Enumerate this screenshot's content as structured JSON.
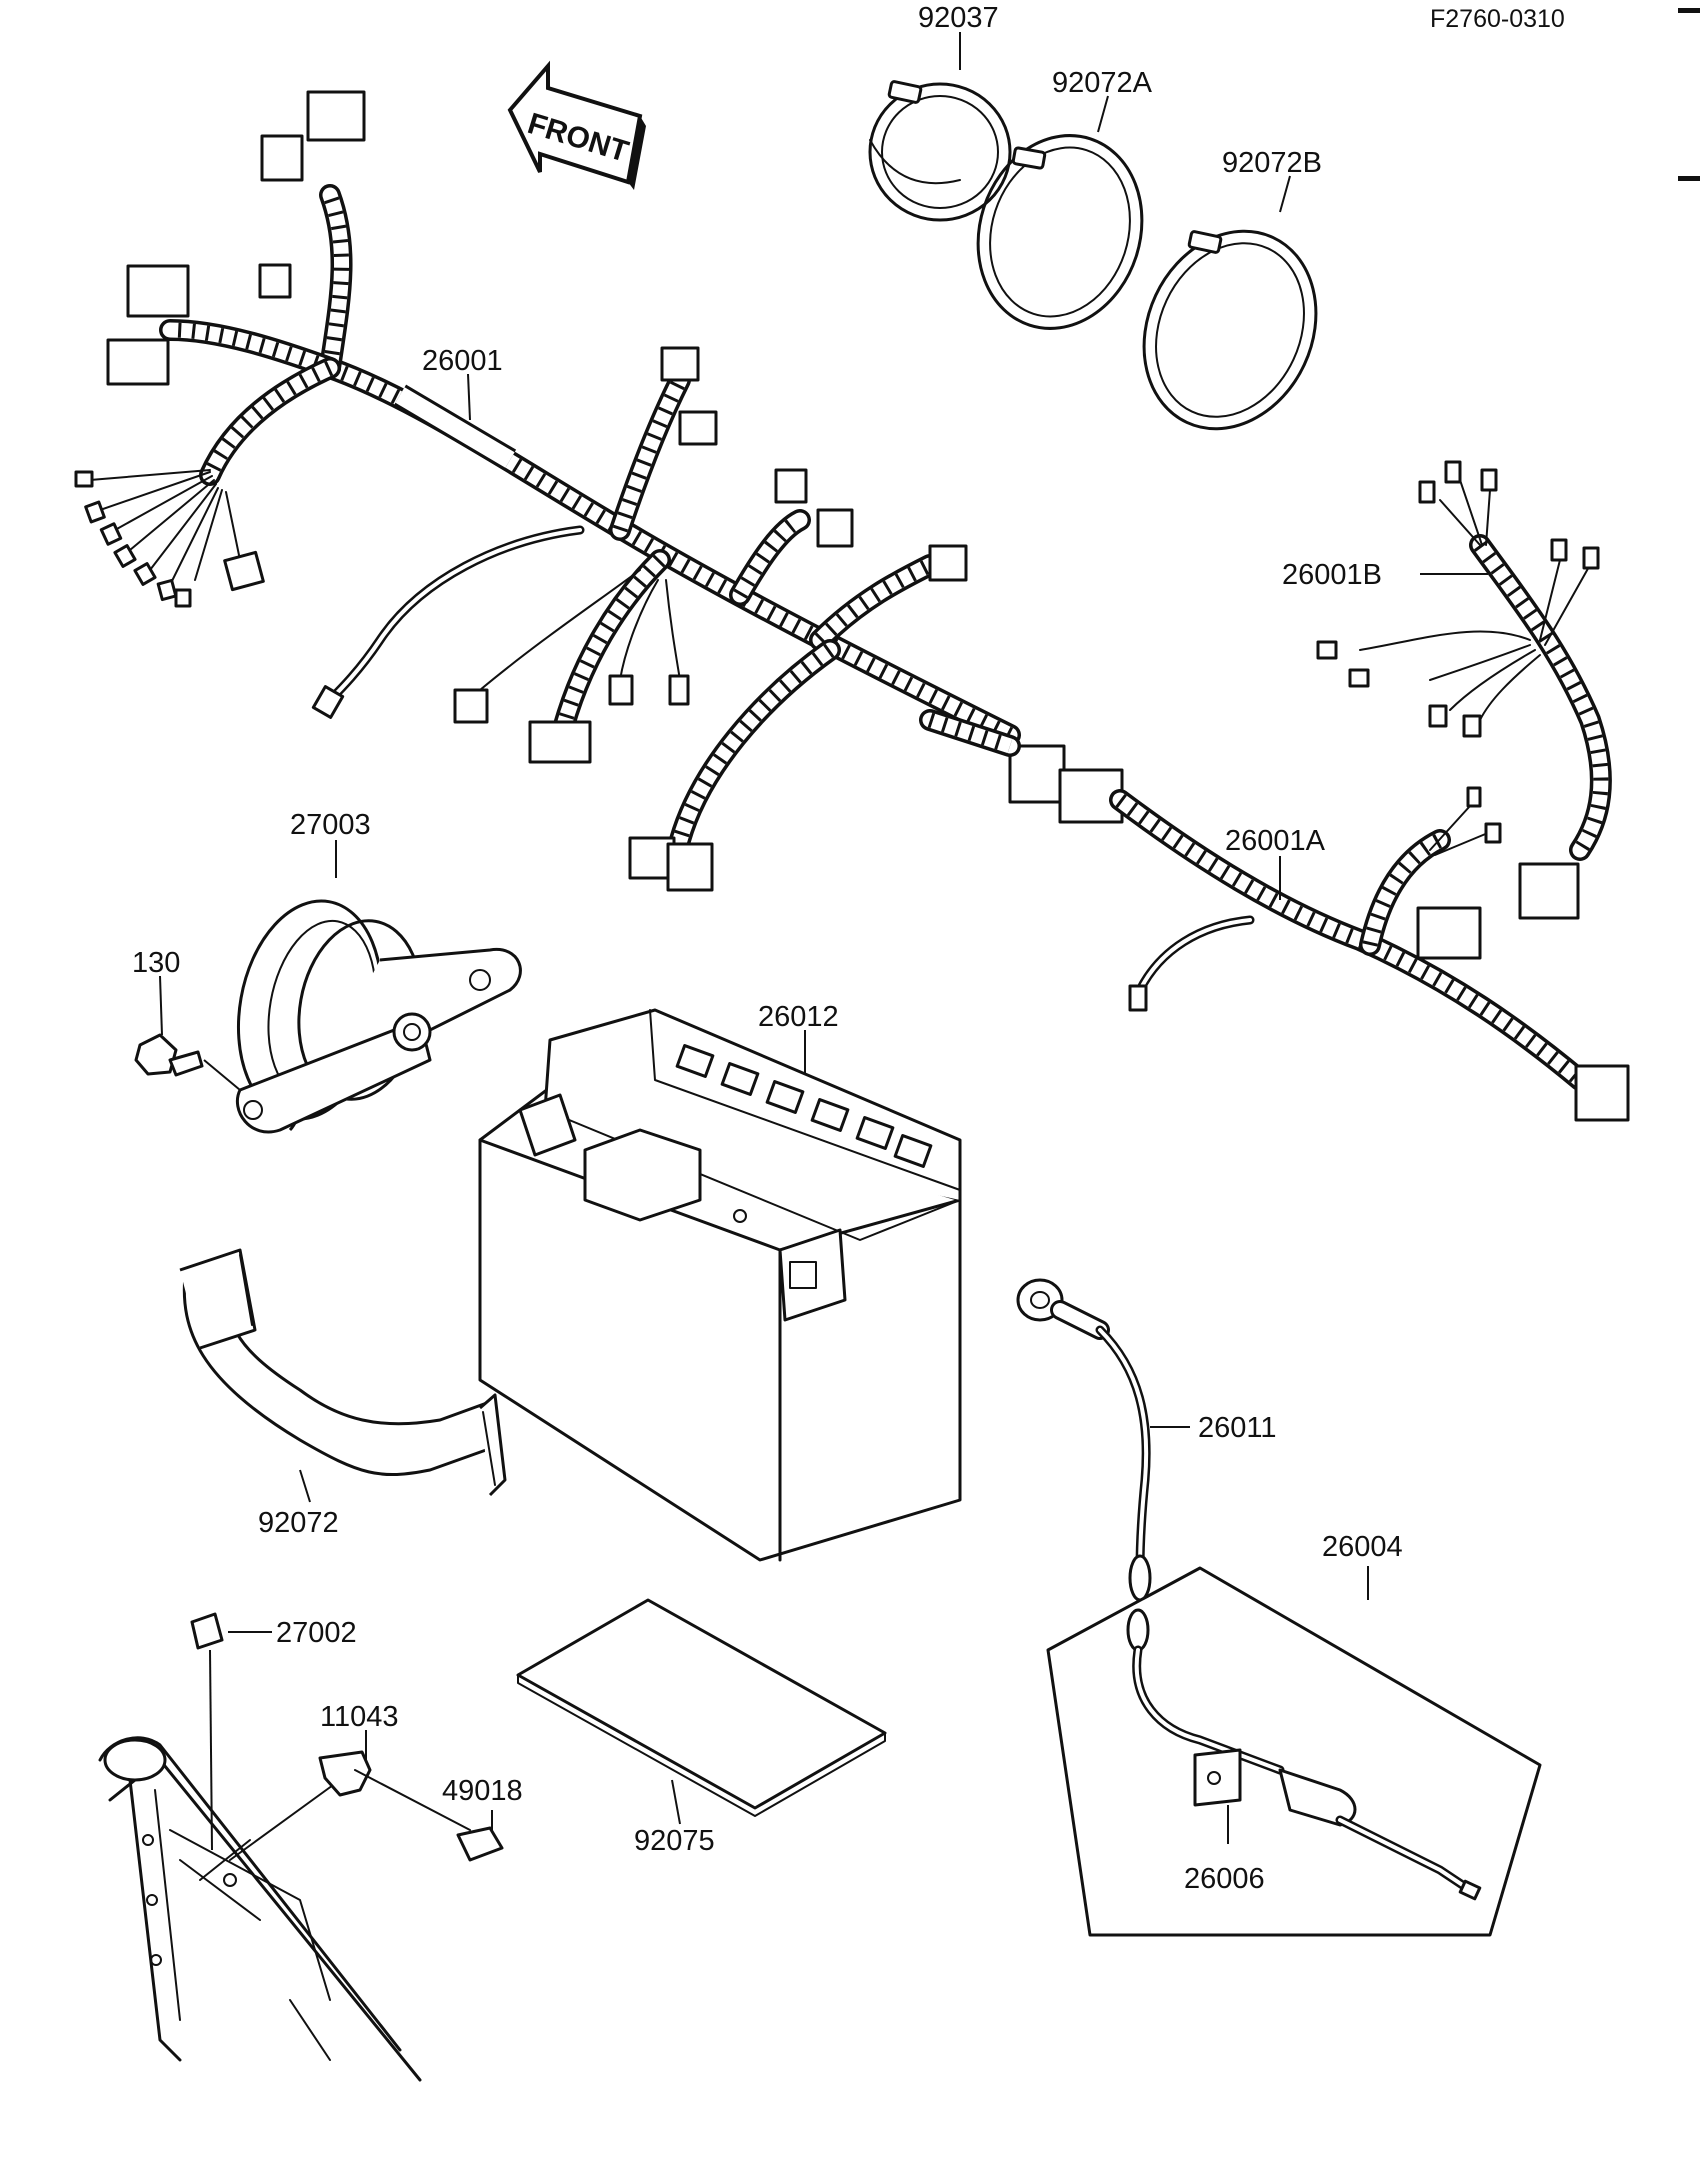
{
  "diagram_code": "F2760-0310",
  "direction_label": "FRONT",
  "parts": {
    "strap_92037": "92037",
    "strap_92072A": "92072A",
    "strap_92072B": "92072B",
    "harness_main": "26001",
    "harness_b": "26001B",
    "harness_a": "26001A",
    "horn": "27003",
    "bolt": "130",
    "battery": "26012",
    "battery_band": "92072",
    "cable_ground": "26011",
    "sub_harness": "26004",
    "bracket": "26006",
    "relay": "27002",
    "clamp": "11043",
    "cap": "49018",
    "pad": "92075"
  }
}
